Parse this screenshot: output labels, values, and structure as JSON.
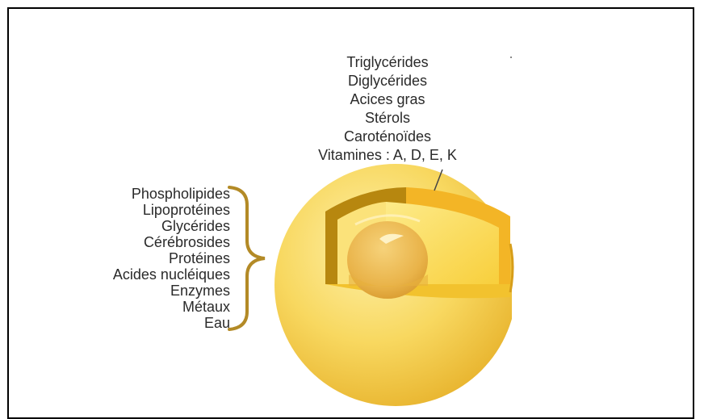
{
  "diagram": {
    "top_labels": [
      "Triglycérides",
      "Diglycérides",
      "Acices gras",
      "Stérols",
      "Caroténoïdes",
      "Vitamines : A, D, E, K"
    ],
    "left_labels": [
      "Phospholipides",
      "Lipoprotéines",
      "Glycérides",
      "Cérébrosides",
      "Protéines",
      "Acides nucléiques",
      "Enzymes",
      "Métaux",
      "Eau"
    ],
    "colors": {
      "outer_sphere": "#F6C93A",
      "outer_sphere_light": "#FCE488",
      "shell_dark": "#B7870F",
      "shell_orange": "#F3B526",
      "inner_layer": "#FBD642",
      "core": "#E8B246",
      "brace": "#B38A26"
    }
  }
}
